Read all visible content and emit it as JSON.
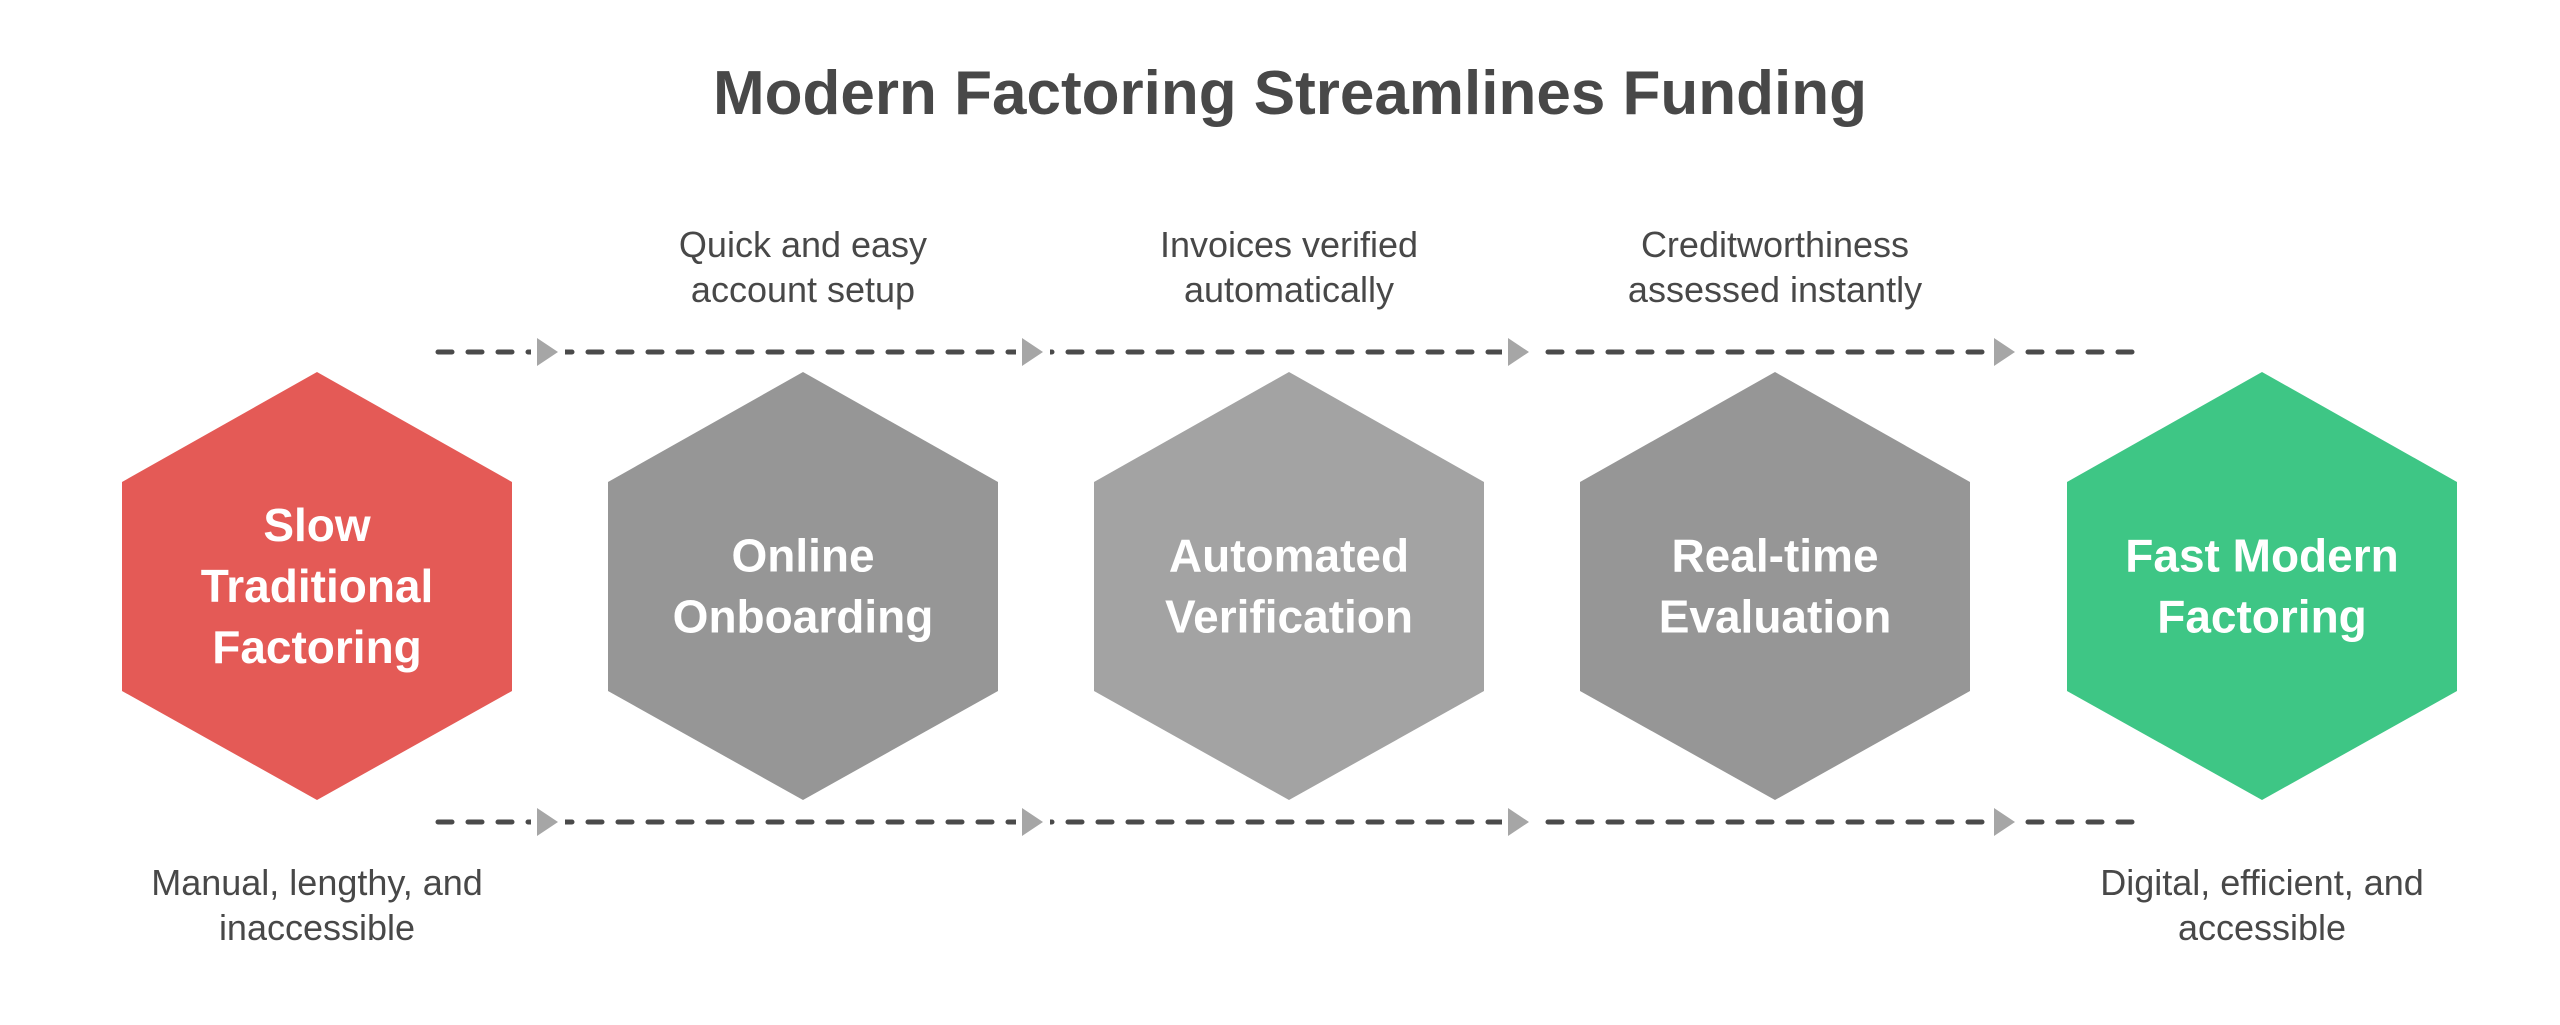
{
  "title": "Modern Factoring Streamlines Funding",
  "colors": {
    "start": "#e45a56",
    "step_dark": "#969696",
    "step_light": "#a3a3a3",
    "end": "#3ec685",
    "text": "#484848",
    "connector": "#4a4a4a",
    "arrow": "#a6a6a6"
  },
  "stages": [
    {
      "id": "start",
      "lines": [
        "Slow",
        "Traditional",
        "Factoring"
      ],
      "color_key": "start"
    },
    {
      "id": "online-onboarding",
      "lines": [
        "Online",
        "Onboarding"
      ],
      "color_key": "step_dark"
    },
    {
      "id": "automated-verification",
      "lines": [
        "Automated",
        "Verification"
      ],
      "color_key": "step_light"
    },
    {
      "id": "real-time-evaluation",
      "lines": [
        "Real-time",
        "Evaluation"
      ],
      "color_key": "step_dark"
    },
    {
      "id": "end",
      "lines": [
        "Fast Modern",
        "Factoring"
      ],
      "color_key": "end"
    }
  ],
  "top_captions": [
    {
      "lines": [
        "Quick and easy",
        "account setup"
      ]
    },
    {
      "lines": [
        "Invoices verified",
        "automatically"
      ]
    },
    {
      "lines": [
        "Creditworthiness",
        "assessed instantly"
      ]
    }
  ],
  "bottom_captions": {
    "start": {
      "lines": [
        "Manual, lengthy, and",
        "inaccessible"
      ]
    },
    "end": {
      "lines": [
        "Digital, efficient, and",
        "accessible"
      ]
    }
  }
}
